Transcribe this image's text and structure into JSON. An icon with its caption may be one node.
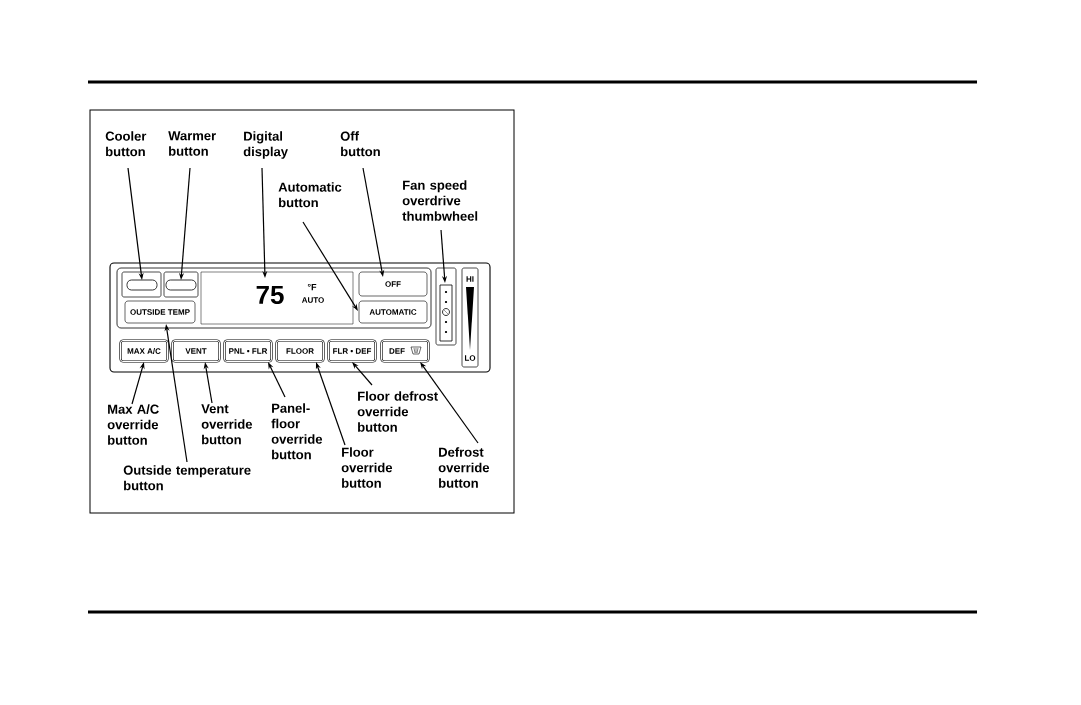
{
  "diagram": {
    "nodes": [
      {
        "text": [
          "Cooler button"
        ]
      },
      {
        "text": [
          "Warmer button"
        ]
      },
      {
        "text": [
          "Digital display"
        ]
      },
      {
        "text": [
          "Off button"
        ]
      },
      {
        "text": [
          "Automatic button"
        ]
      },
      {
        "text": [
          "Fan speed overdrive thumbwheel"
        ]
      },
      {
        "text": [],
        "shape": "box"
      },
      {
        "text": [],
        "shape": "box"
      },
      {
        "text": [
          "75",
          "°F",
          "AUTO"
        ]
      },
      {
        "text": [
          "OFF"
        ]
      },
      {
        "text": [],
        "shape": "bar"
      },
      {
        "text": [
          "OUTSIDE TEMP"
        ]
      },
      {
        "text": [
          "AUTOMATIC"
        ]
      },
      {
        "text": [
          "MAX A/C"
        ]
      },
      {
        "text": [
          "VENT"
        ]
      },
      {
        "text": [
          "PNL • FLR"
        ]
      },
      {
        "text": [
          "FLOOR"
        ]
      },
      {
        "text": [
          "FLR • DEF"
        ]
      },
      {
        "text": [
          "DEF"
        ]
      },
      {
        "text": [
          "Floor defrost override button"
        ]
      },
      {
        "text": [
          "Max A/C override button"
        ]
      },
      {
        "text": [
          "Vent override button"
        ]
      },
      {
        "text": [
          "Panel-floor override button"
        ]
      },
      {
        "text": [
          "Floor override button"
        ]
      },
      {
        "text": [
          "Defrost override button"
        ]
      },
      {
        "text": [
          "Outside temperature button"
        ]
      }
    ],
    "edges": [
      {
        "from": 0,
        "to": 6,
        "arrow": "to"
      },
      {
        "from": 1,
        "to": 7,
        "arrow": "to"
      },
      {
        "from": 2,
        "to": 8,
        "arrow": "to"
      },
      {
        "from": 3,
        "to": 9,
        "arrow": "to"
      },
      {
        "from": 4,
        "to": 12,
        "arrow": "to"
      },
      {
        "from": 5,
        "to": 10,
        "arrow": "to"
      },
      {
        "from": 19,
        "to": 17,
        "arrow": "to"
      },
      {
        "from": 20,
        "to": 13,
        "arrow": "to"
      },
      {
        "from": 21,
        "to": 14,
        "arrow": "to"
      },
      {
        "from": 22,
        "to": 15,
        "arrow": "to"
      },
      {
        "from": 23,
        "to": 16,
        "arrow": "to"
      },
      {
        "from": 24,
        "to": 18,
        "arrow": "to"
      },
      {
        "from": 25,
        "to": 11,
        "arrow": "to"
      }
    ],
    "labels": [
      "HI",
      "LO"
    ]
  }
}
